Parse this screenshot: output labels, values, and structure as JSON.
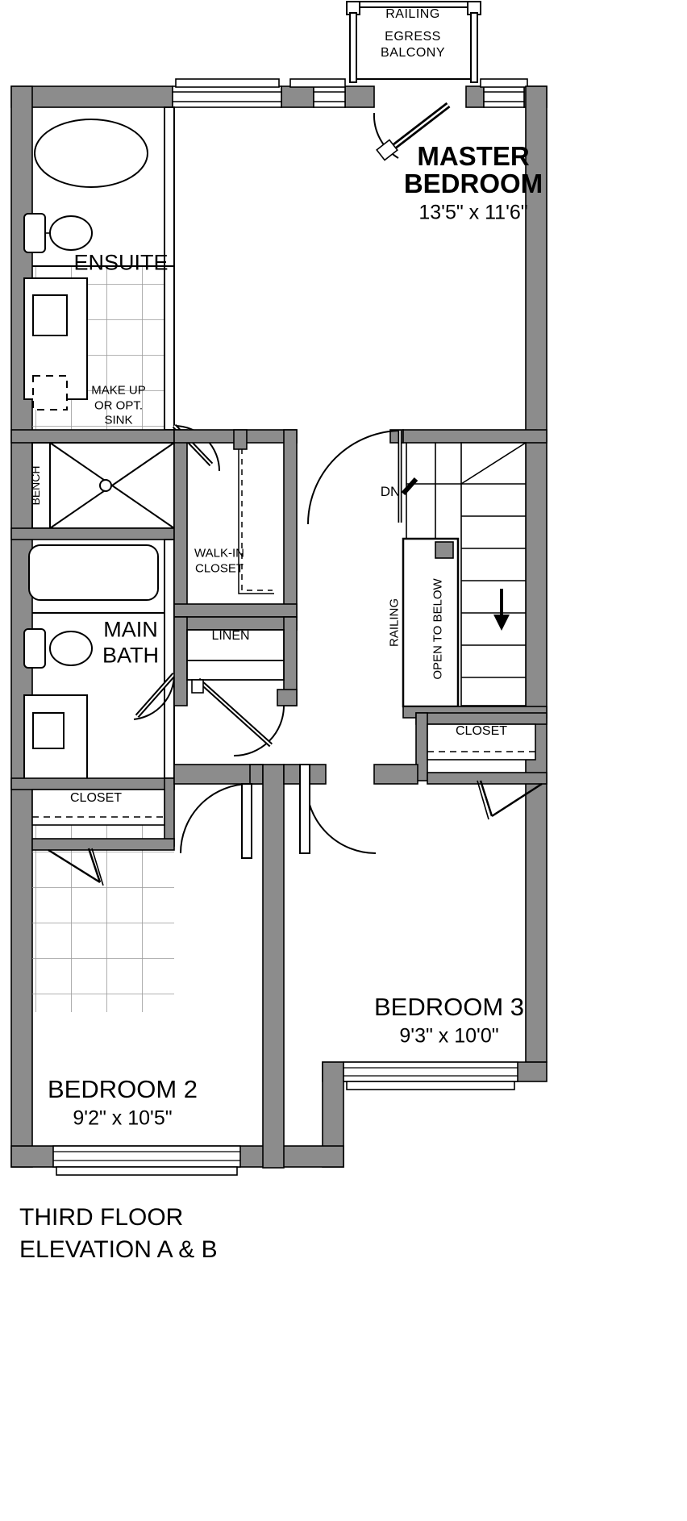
{
  "drawing": {
    "title_line1": "THIRD FLOOR",
    "title_line2": "ELEVATION A & B"
  },
  "colors": {
    "wall_fill": "#8c8c8c",
    "wall_stroke": "#000000",
    "line": "#000000",
    "tile": "#9a9a9a",
    "paper": "#ffffff"
  },
  "rooms": [
    {
      "key": "master_bedroom",
      "name_line1": "MASTER",
      "name_line2": "BEDROOM",
      "dimensions": "13'5\" x 11'6\""
    },
    {
      "key": "bedroom_2",
      "name_line1": "BEDROOM 2",
      "dimensions": "9'2\" x 10'5\""
    },
    {
      "key": "bedroom_3",
      "name_line1": "BEDROOM 3",
      "dimensions": "9'3\" x 10'0\""
    },
    {
      "key": "ensuite",
      "name_line1": "ENSUITE"
    },
    {
      "key": "main_bath",
      "name_line1": "MAIN",
      "name_line2": "BATH"
    }
  ],
  "labels": {
    "railing_top": "RAILING",
    "egress_line1": "EGRESS",
    "egress_line2": "BALCONY",
    "makeup_line1": "MAKE UP",
    "makeup_line2": "OR OPT.",
    "makeup_line3": "SINK",
    "bench": "BENCH",
    "walkin_line1": "WALK-IN",
    "walkin_line2": "CLOSET",
    "linen": "LINEN",
    "closet_left": "CLOSET",
    "closet_right": "CLOSET",
    "dn": "DN",
    "railing_stair": "RAILING",
    "open_to_below": "OPEN TO BELOW"
  },
  "chart_data": {
    "type": "table",
    "title": "THIRD FLOOR — ELEVATION A & B",
    "categories": [
      "MASTER BEDROOM",
      "BEDROOM 2",
      "BEDROOM 3"
    ],
    "values": [
      "13'5\" x 11'6\"",
      "9'2\" x 10'5\"",
      "9'3\" x 10'0\""
    ]
  }
}
